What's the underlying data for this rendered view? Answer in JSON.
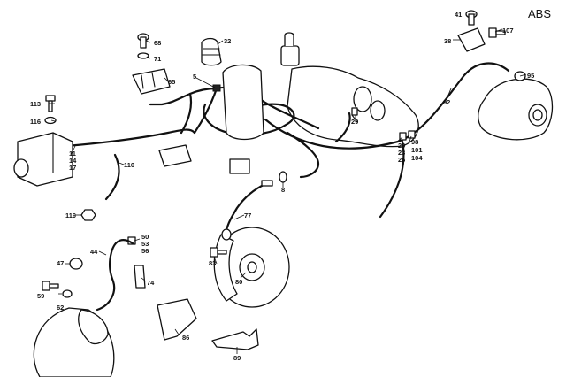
{
  "diagram": {
    "tag": "ABS",
    "callouts": {
      "c41": "41",
      "c107": "107",
      "c38": "38",
      "c95": "95",
      "c92": "92",
      "c20": "20",
      "c23": "23",
      "c26": "26",
      "c98": "98",
      "c101": "101",
      "c104": "104",
      "c29": "29",
      "c68": "68",
      "c71": "71",
      "c32": "32",
      "c65": "65",
      "c5": "5",
      "c113": "113",
      "c116": "116",
      "c11": "11",
      "c14": "14",
      "c17": "17",
      "c110": "110",
      "c119": "119",
      "c8": "8",
      "c77": "77",
      "c50": "50",
      "c53": "53",
      "c56": "56",
      "c44": "44",
      "c47": "47",
      "c74": "74",
      "c59": "59",
      "c62": "62",
      "c83": "83",
      "c80": "80",
      "c86": "86",
      "c89": "89"
    }
  }
}
